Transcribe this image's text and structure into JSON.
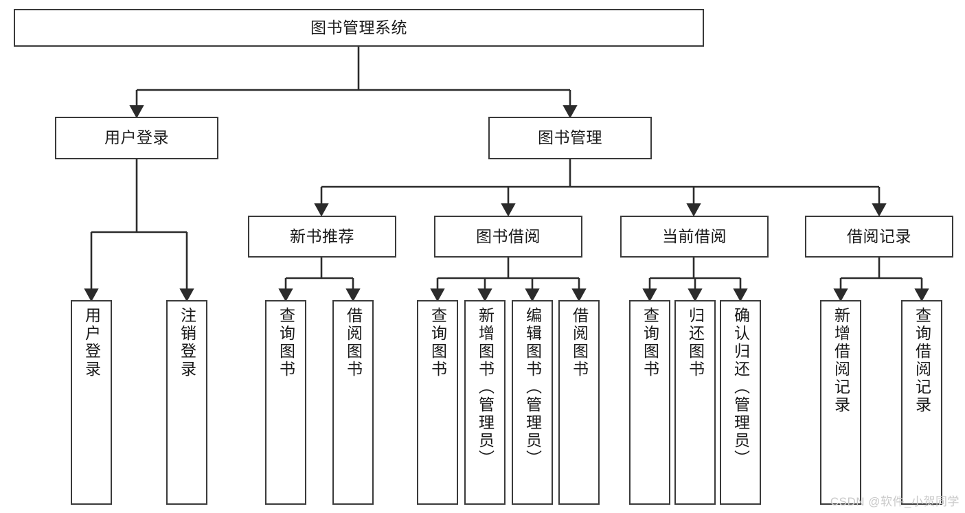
{
  "diagram": {
    "type": "tree-hierarchy",
    "title": "图书管理系统",
    "watermark": "CSDN @软件_小贺同学",
    "colors": {
      "border": "#3a3a3a",
      "fill": "#ffffff",
      "text": "#1a1a1a",
      "edge": "#2b2b2b",
      "watermark": "#c9c9c9"
    },
    "nodes": {
      "root": {
        "label": "图书管理系统",
        "orientation": "horizontal"
      },
      "level2": [
        {
          "label": "用户登录",
          "orientation": "horizontal"
        },
        {
          "label": "图书管理",
          "orientation": "horizontal"
        }
      ],
      "level3": [
        {
          "label": "新书推荐",
          "orientation": "horizontal"
        },
        {
          "label": "图书借阅",
          "orientation": "horizontal"
        },
        {
          "label": "当前借阅",
          "orientation": "horizontal"
        },
        {
          "label": "借阅记录",
          "orientation": "horizontal"
        }
      ],
      "leaves": {
        "user_login": [
          {
            "label": "用户登录",
            "orientation": "vertical"
          },
          {
            "label": "注销登录",
            "orientation": "vertical"
          }
        ],
        "new_book_recommend": [
          {
            "label": "查询图书",
            "orientation": "vertical"
          },
          {
            "label": "借阅图书",
            "orientation": "vertical"
          }
        ],
        "book_borrow": [
          {
            "label": "查询图书",
            "orientation": "vertical"
          },
          {
            "label": "新增图书（管理员）",
            "orientation": "vertical"
          },
          {
            "label": "编辑图书（管理员）",
            "orientation": "vertical"
          },
          {
            "label": "借阅图书",
            "orientation": "vertical"
          }
        ],
        "current_borrow": [
          {
            "label": "查询图书",
            "orientation": "vertical"
          },
          {
            "label": "归还图书",
            "orientation": "vertical"
          },
          {
            "label": "确认归还（管理员）",
            "orientation": "vertical"
          }
        ],
        "borrow_record": [
          {
            "label": "新增借阅记录",
            "orientation": "vertical"
          },
          {
            "label": "查询借阅记录",
            "orientation": "vertical"
          }
        ]
      }
    }
  }
}
